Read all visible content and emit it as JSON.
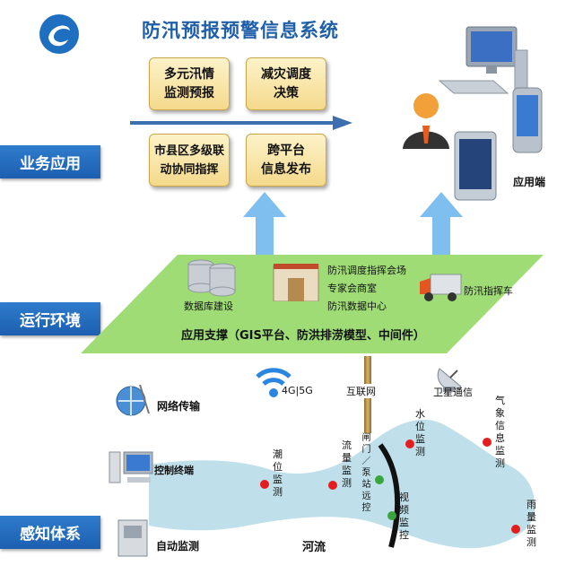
{
  "title": "防汛预报预警信息系统",
  "bands": {
    "business": "业务应用",
    "runtime": "运行环境",
    "sensing": "感知体系"
  },
  "apps": [
    "多元汛情\n监测预报",
    "减灾调度\n决策",
    "市县区多级联\n动协同指挥",
    "跨平台\n信息发布"
  ],
  "client_label": "应用端",
  "runtime": {
    "database": "数据库建设",
    "facilities": [
      "防汛调度指挥会场",
      "专家会商室",
      "防汛数据中心"
    ],
    "vehicle": "防汛指挥车",
    "support": "应用支撑（GIS平台、防洪排涝模型、中间件）"
  },
  "network": {
    "transport": "网络传输",
    "mobile": "4G|5G",
    "internet": "互联网",
    "satellite": "卫星通信"
  },
  "sensing": {
    "control_terminal": "控制终端",
    "auto_monitor": "自动监测",
    "river": "河流",
    "points": {
      "tide": "潮位监测",
      "flow": "流量监测",
      "gate": "闸门／泵站远控",
      "water_level": "水位监测",
      "video": "视频监控",
      "weather": "气象信息监测",
      "rain": "雨量监测"
    }
  },
  "colors": {
    "accent": "#1f5fa8",
    "arrow_blue": "#7fbff0",
    "platform_green": "#9fdc76",
    "river": "#bfe0ea",
    "red": "#e41e1e",
    "green": "#3aa53a"
  }
}
